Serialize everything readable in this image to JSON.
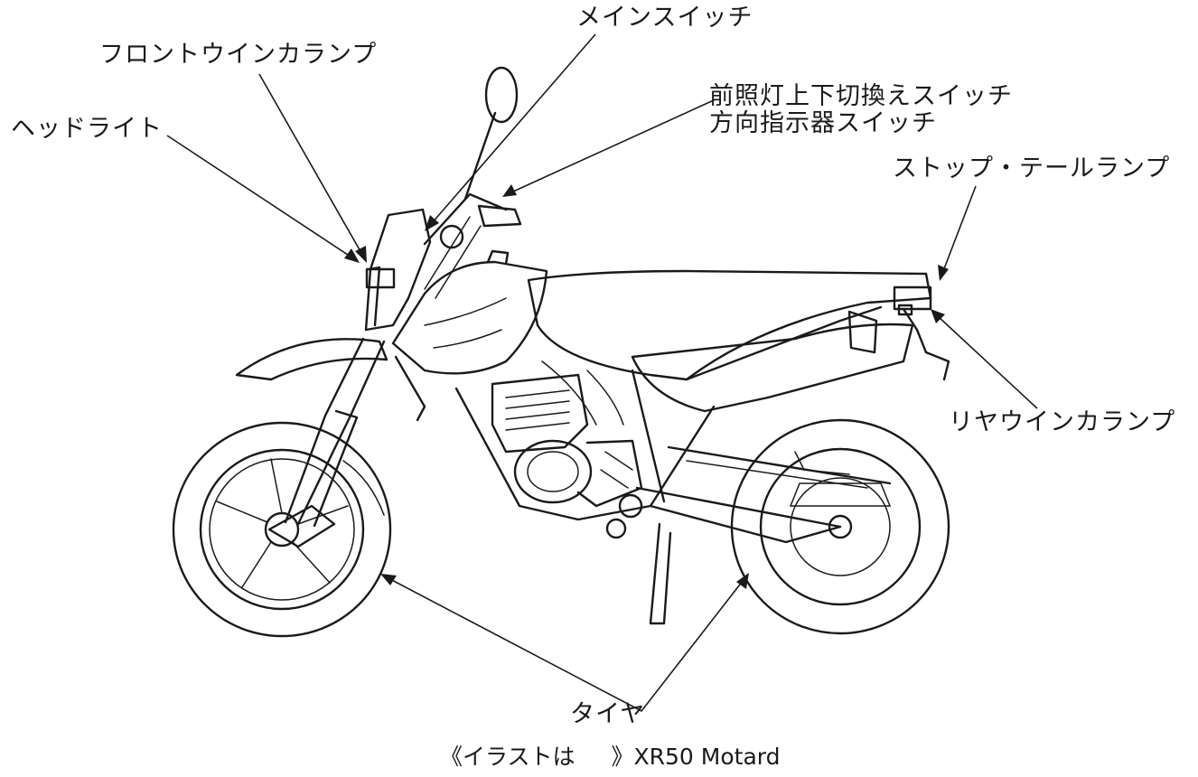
{
  "labels": {
    "main_switch": "メインスイッチ",
    "front_winker": "フロントウインカランプ",
    "dimmer_line1": "前照灯上下切換えスイッチ",
    "dimmer_line2": "方向指示器スイッチ",
    "headlight": "ヘッドライト",
    "stop_tail": "ストップ・テールランプ",
    "rear_winker": "リヤウインカランプ",
    "tire": "タイヤ"
  },
  "caption": {
    "prefix": "《イラストは",
    "suffix": "》XR50 Motard"
  },
  "colors": {
    "ink": "#1a1a1a",
    "background": "#ffffff"
  }
}
